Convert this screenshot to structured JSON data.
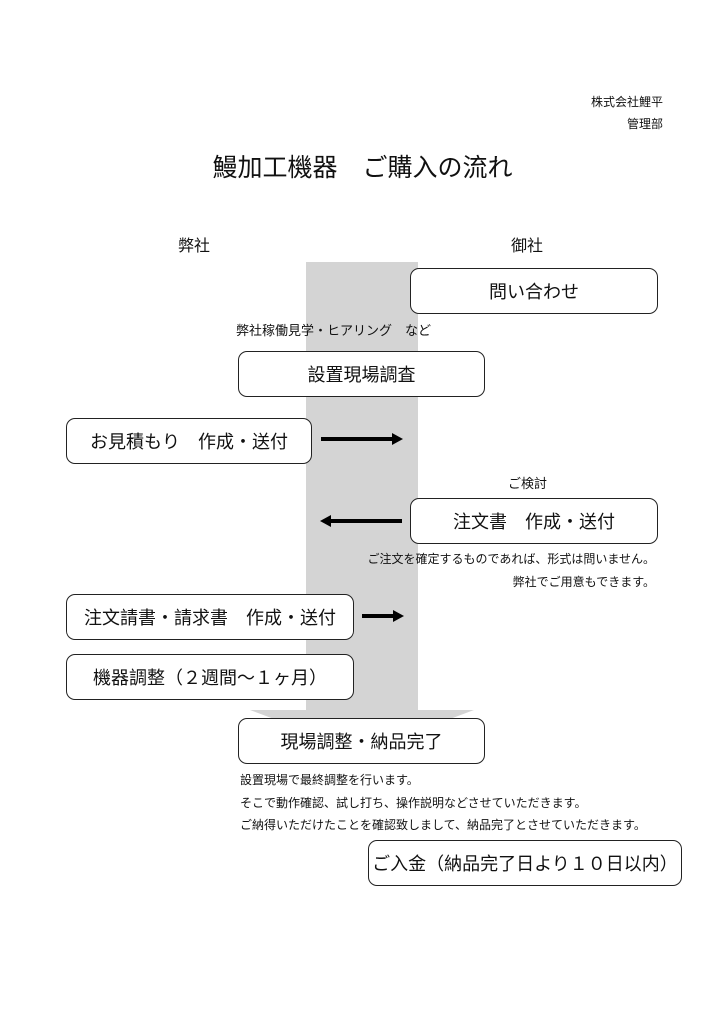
{
  "header": {
    "company": "株式会社鯉平",
    "department": "管理部"
  },
  "title": "鰻加工機器　ご購入の流れ",
  "columns": {
    "left": "弊社",
    "right": "御社"
  },
  "steps": {
    "inquiry": "問い合わせ",
    "tour_note": "弊社稼働見学・ヒアリング　など",
    "site_survey": "設置現場調査",
    "estimate": "お見積もり　作成・送付",
    "review_note": "ご検討",
    "purchase_order": "注文書　作成・送付",
    "po_note_1": "ご注文を確定するものであれば、形式は問いません。",
    "po_note_2": "弊社でご用意もできます。",
    "order_confirmation": "注文請書・請求書　作成・送付",
    "machine_adjust": "機器調整（２週間〜１ヶ月）",
    "site_adjust": "現場調整・納品完了",
    "site_note_1": "設置現場で最終調整を行います。",
    "site_note_2": "そこで動作確認、試し打ち、操作説明などさせていただきます。",
    "site_note_3": "ご納得いただけたことを確認致しまして、納品完了とさせていただきます。",
    "payment": "ご入金（納品完了日より１０日以内）"
  },
  "colors": {
    "flow_arrow": "#d4d4d4",
    "box_border": "#222222",
    "direction_arrow": "#000000"
  }
}
